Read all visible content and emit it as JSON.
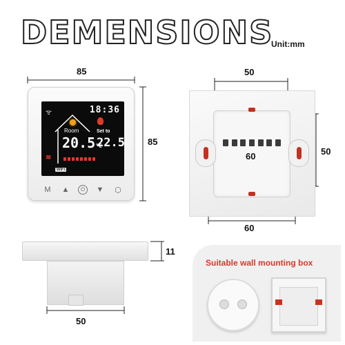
{
  "title": "DEMENSIONS",
  "unit_label": "Unit:mm",
  "front_view": {
    "width_label": "85",
    "height_label": "85",
    "screen": {
      "clock": "18:36",
      "room_label": "Room",
      "room_temp": "20.5",
      "set_label": "Set to",
      "set_temp": "22.5",
      "temp_unit": "°C",
      "wifi_badge": "WiFi"
    },
    "buttons": [
      "M",
      "▲",
      "⏻",
      "▼",
      "⬡"
    ]
  },
  "back_view": {
    "width_label": "50",
    "height_label": "50",
    "diagonal_label": "60",
    "bottom_label": "60"
  },
  "side_view": {
    "depth_label": "11",
    "width_label": "50"
  },
  "mounting_box": {
    "title": "Suitable wall mounting box"
  },
  "colors": {
    "accent_red": "#d13a2a",
    "screen_black": "#0b0b0b"
  }
}
